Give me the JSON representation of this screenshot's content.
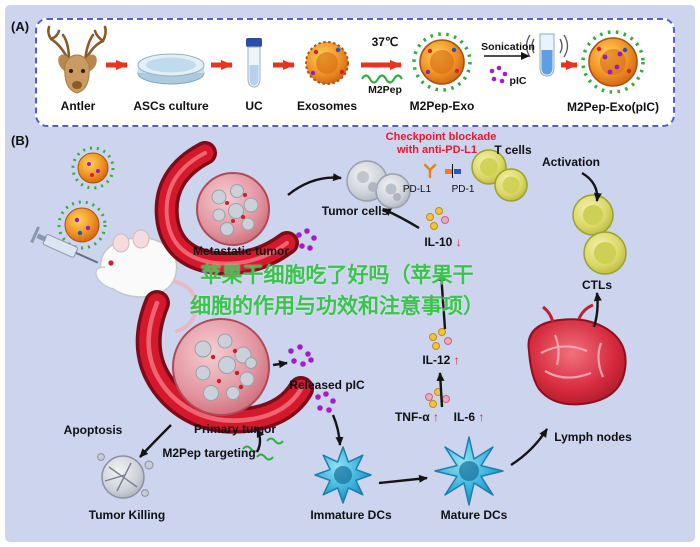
{
  "panel_a": {
    "label": "(A)",
    "steps": [
      {
        "label": "Antler"
      },
      {
        "label": "ASCs culture"
      },
      {
        "label": "UC"
      },
      {
        "label": "Exosomes"
      },
      {
        "label": "M2Pep-Exo"
      },
      {
        "label": "M2Pep-Exo(pIC)"
      }
    ],
    "temp": "37℃",
    "m2pep": "M2Pep",
    "sonication": "Sonication",
    "pic": "pIC"
  },
  "panel_b": {
    "label": "(B)",
    "checkpoint_line1": "Checkpoint blockade",
    "checkpoint_line2": "with anti-PD-L1",
    "t_cells": "T cells",
    "pd_l1": "PD-L1",
    "pd_1": "PD-1",
    "tumor_cells": "Tumor cells",
    "activation": "Activation",
    "metastatic_tumor": "Metastatic tumor",
    "il10": "IL-10",
    "ctls": "CTLs",
    "il12": "IL-12",
    "released_pic": "Released pIC",
    "tnf_a": "TNF-α",
    "il6": "IL-6",
    "lymph_nodes": "Lymph nodes",
    "apoptosis": "Apoptosis",
    "primary_tumor": "Primary tumor",
    "m2pep_targeting": "M2Pep targeting",
    "tumor_killing": "Tumor Killing",
    "immature_dcs": "Immature DCs",
    "mature_dcs": "Mature DCs",
    "arrow_up": "↑",
    "arrow_down": "↓"
  },
  "watermark": {
    "line1": "苹果干细胞吃了好吗（苹果干",
    "line2": "细胞的作用与功效和注意事项）"
  },
  "colors": {
    "background": "#ccd4ee",
    "accent_red": "#e8192c",
    "accent_green": "#3cc24e",
    "exosome_orange": "#f09325",
    "pic_purple": "#a21fc8"
  }
}
